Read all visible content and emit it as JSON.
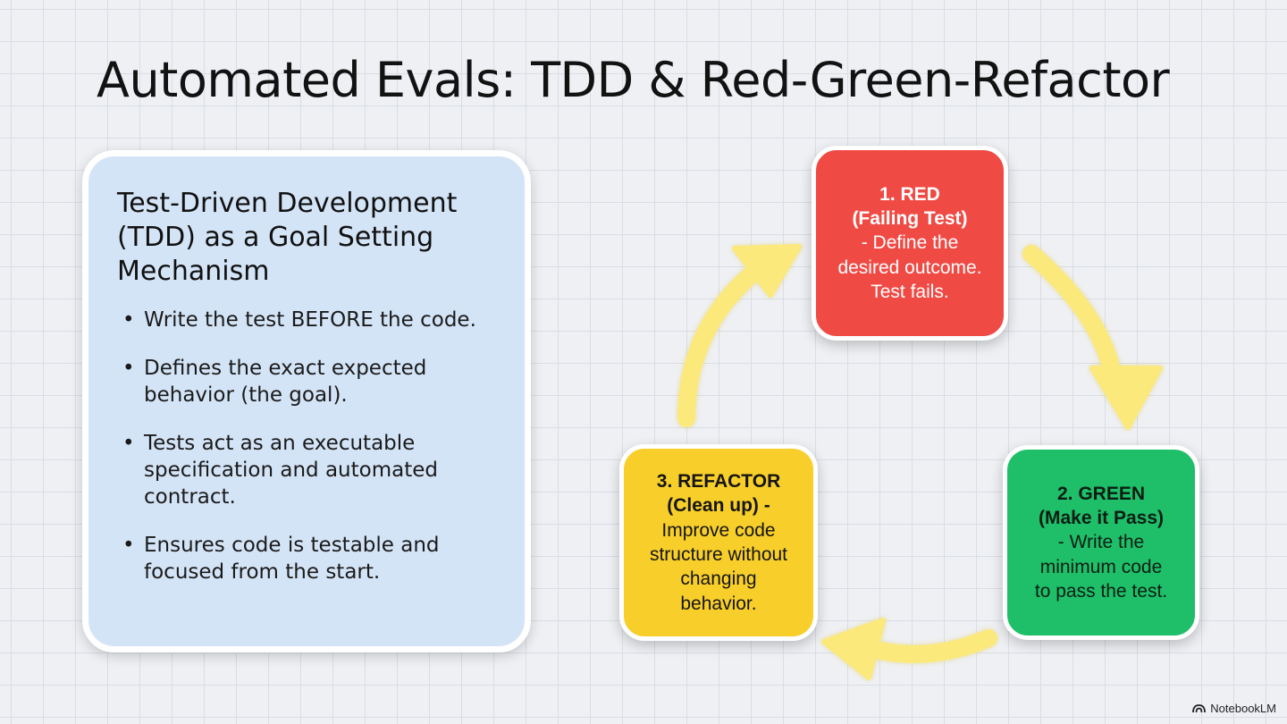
{
  "title": "Automated Evals: TDD & Red-Green-Refactor",
  "tdd_panel": {
    "heading": "Test-Driven Development (TDD) as a Goal Setting Mechanism",
    "bullet_glyph": "•",
    "bullets": [
      "Write the test BEFORE the code.",
      "Defines the exact expected behavior (the goal).",
      "Tests act as an executable specification and automated contract.",
      "Ensures code is testable and focused from the start."
    ]
  },
  "cycle": {
    "red": {
      "title": "1. RED",
      "subtitle": "(Failing Test)",
      "desc_lines": [
        "- Define the",
        "desired outcome.",
        "Test fails."
      ],
      "color": "#f04a45"
    },
    "green": {
      "title": "2. GREEN",
      "subtitle": "(Make it Pass)",
      "desc_lines": [
        "- Write the",
        "minimum code",
        "to pass the test."
      ],
      "color": "#1fbf6a"
    },
    "refactor": {
      "title": "3. REFACTOR",
      "subtitle": "(Clean up) -",
      "desc_lines": [
        "Improve code",
        "structure without",
        "changing",
        "behavior."
      ],
      "color": "#f8cf2a"
    },
    "arrow_color": "#fbe97c"
  },
  "watermark": {
    "text": "NotebookLM",
    "icon": "notebooklm-logo-icon"
  }
}
